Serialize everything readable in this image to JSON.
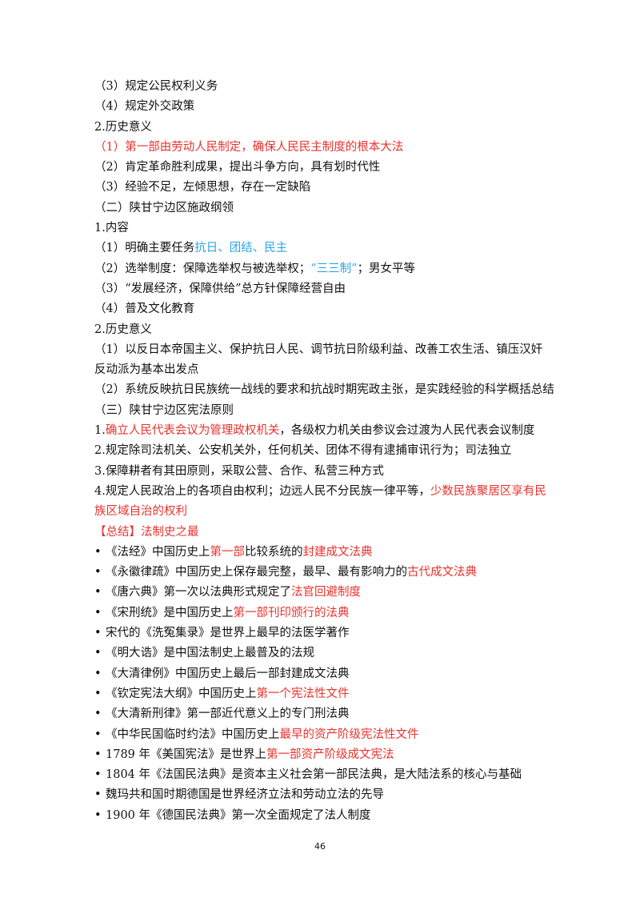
{
  "lines": [
    {
      "segments": [
        {
          "text": "（3）规定公民权利义务",
          "color": "black"
        }
      ]
    },
    {
      "segments": [
        {
          "text": "（4）规定外交政策",
          "color": "black"
        }
      ]
    },
    {
      "segments": [
        {
          "text": "2.历史意义",
          "color": "black"
        }
      ]
    },
    {
      "segments": [
        {
          "text": "（1）第一部由劳动人民制定，确保人民民主制度的根本大法",
          "color": "red"
        }
      ]
    },
    {
      "segments": [
        {
          "text": "（2）肯定革命胜利成果，提出斗争方向，具有划时代性",
          "color": "black"
        }
      ]
    },
    {
      "segments": [
        {
          "text": "（3）经验不足，左倾思想，存在一定缺陷",
          "color": "black"
        }
      ]
    },
    {
      "segments": [
        {
          "text": "（二）陕甘宁边区施政纲领",
          "color": "black"
        }
      ]
    },
    {
      "segments": [
        {
          "text": "1.内容",
          "color": "black"
        }
      ]
    },
    {
      "segments": [
        {
          "text": "（1）明确主要任务",
          "color": "black"
        },
        {
          "text": "抗日、团结、民主",
          "color": "blue"
        }
      ]
    },
    {
      "segments": [
        {
          "text": "（2）选举制度：保障选举权与被选举权；",
          "color": "black"
        },
        {
          "text": "“三三制”",
          "color": "blue"
        },
        {
          "text": "；男女平等",
          "color": "black"
        }
      ]
    },
    {
      "segments": [
        {
          "text": "（3）“发展经济，保障供给”总方针保障经营自由",
          "color": "black"
        }
      ]
    },
    {
      "segments": [
        {
          "text": "（4）普及文化教育",
          "color": "black"
        }
      ]
    },
    {
      "segments": [
        {
          "text": "2.历史意义",
          "color": "black"
        }
      ]
    },
    {
      "segments": [
        {
          "text": "（1）以反日本帝国主义、保护抗日人民、调节抗日阶级利益、改善工农生活、镇压汉奸反动派为基本出发点",
          "color": "black"
        }
      ],
      "wrap": true
    },
    {
      "segments": [
        {
          "text": "（2）系统反映抗日民族统一战线的要求和抗战时期宪政主张，是实践经验的科学概括总结",
          "color": "black"
        }
      ]
    },
    {
      "segments": [
        {
          "text": "（三）陕甘宁边区宪法原则",
          "color": "black"
        }
      ]
    },
    {
      "segments": [
        {
          "text": "1.",
          "color": "black"
        },
        {
          "text": "确立人民代表会议为管理政权机关",
          "color": "red"
        },
        {
          "text": "，各级权力机关由参议会过渡为人民代表会议制度",
          "color": "black"
        }
      ]
    },
    {
      "segments": [
        {
          "text": "2.规定除司法机关、公安机关外，任何机关、团体不得有逮捕审讯行为；司法独立",
          "color": "black"
        }
      ]
    },
    {
      "segments": [
        {
          "text": "3.保障耕者有其田原则，采取公营、合作、私营三种方式",
          "color": "black"
        }
      ]
    },
    {
      "segments": [
        {
          "text": "4.规定人民政治上的各项自由权利；边远人民不分民族一律平等，",
          "color": "black"
        },
        {
          "text": "少数民族聚居区享有民族区域自治的权利",
          "color": "red"
        }
      ],
      "wrap": true
    },
    {
      "segments": [
        {
          "text": "【总结】法制史之最",
          "color": "red"
        }
      ]
    },
    {
      "bullet": "•",
      "segments": [
        {
          "text": "《法经》中国历史上",
          "color": "black"
        },
        {
          "text": "第一部",
          "color": "red"
        },
        {
          "text": "比较系统的",
          "color": "black"
        },
        {
          "text": "封建成文法典",
          "color": "red"
        }
      ]
    },
    {
      "bullet": "•",
      "segments": [
        {
          "text": "《永徽律疏》中国历史上保存最完整，最早、最有影响力的",
          "color": "black"
        },
        {
          "text": "古代成文法典",
          "color": "red"
        }
      ]
    },
    {
      "bullet": "•",
      "segments": [
        {
          "text": "《唐六典》第一次以法典形式规定了",
          "color": "black"
        },
        {
          "text": "法官回避制度",
          "color": "red"
        }
      ]
    },
    {
      "bullet": "•",
      "segments": [
        {
          "text": "《宋刑统》是中国历史上",
          "color": "black"
        },
        {
          "text": "第一部刊印颁行的法典",
          "color": "red"
        }
      ]
    },
    {
      "bullet": "•",
      "segments": [
        {
          "text": "宋代的《洗冤集录》是世界上最早的法医学著作",
          "color": "black"
        }
      ]
    },
    {
      "bullet": "•",
      "segments": [
        {
          "text": "《明大诰》是中国法制史上最普及的法规",
          "color": "black"
        }
      ]
    },
    {
      "bullet": "•",
      "segments": [
        {
          "text": "《大清律例》中国历史上最后一部封建成文法典",
          "color": "black"
        }
      ]
    },
    {
      "bullet": "•",
      "segments": [
        {
          "text": "《钦定宪法大纲》中国历史上",
          "color": "black"
        },
        {
          "text": "第一个宪法性文件",
          "color": "red"
        }
      ]
    },
    {
      "bullet": "•",
      "segments": [
        {
          "text": "《大清新刑律》第一部近代意义上的专门刑法典",
          "color": "black"
        }
      ]
    },
    {
      "bullet": "•",
      "segments": [
        {
          "text": "《中华民国临时约法》中国历史上",
          "color": "black"
        },
        {
          "text": "最早的资产阶级宪法性文件",
          "color": "red"
        }
      ]
    },
    {
      "bullet": "•",
      "segments": [
        {
          "text": "1789 年《美国宪法》是世界上",
          "color": "black"
        },
        {
          "text": "第一部资产阶级成文宪法",
          "color": "red"
        }
      ]
    },
    {
      "bullet": "•",
      "segments": [
        {
          "text": "1804 年《法国民法典》是资本主义社会第一部民法典，是大陆法系的核心与基础",
          "color": "black"
        }
      ]
    },
    {
      "bullet": "•",
      "segments": [
        {
          "text": "魏玛共和国时期德国是世界经济立法和劳动立法的先导",
          "color": "black"
        }
      ]
    },
    {
      "bullet": "•",
      "segments": [
        {
          "text": "1900 年《德国民法典》第一次全面规定了法人制度",
          "color": "black"
        }
      ]
    }
  ],
  "page_number": "46"
}
